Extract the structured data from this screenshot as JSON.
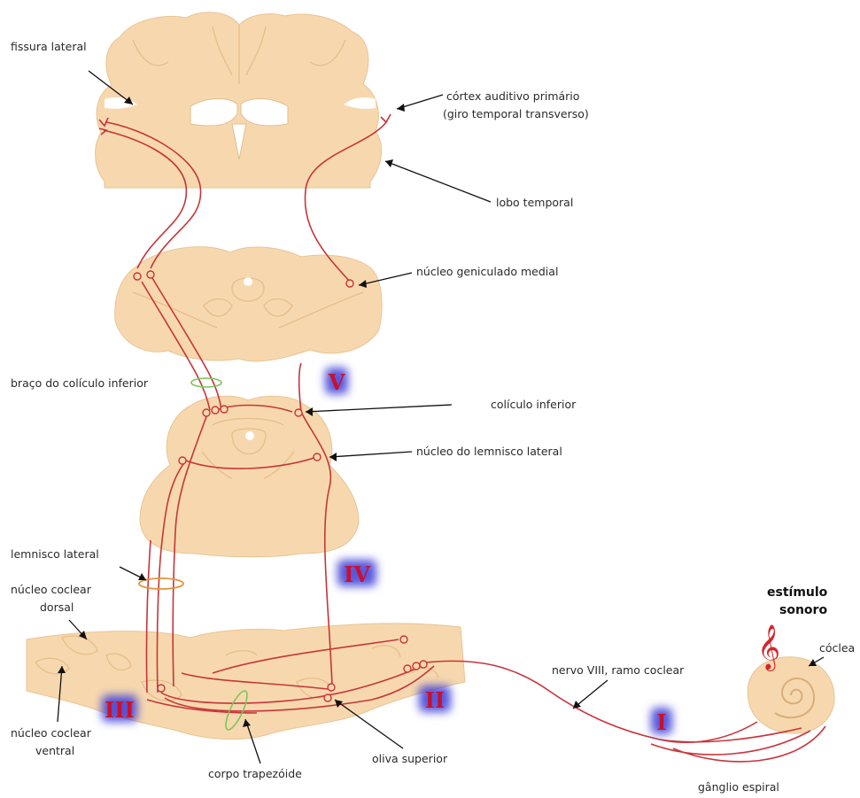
{
  "labels": {
    "fissura_lateral": "fissura lateral",
    "cortex_1": "córtex auditivo primário",
    "cortex_2": "(giro temporal transverso)",
    "lobo_temporal": "lobo temporal",
    "nucleo_geniculado": "núcleo geniculado medial",
    "braco_coliculo": "braço do colículo inferior",
    "coliculo_inferior": "colículo inferior",
    "nucleo_lemnisco": "núcleo do lemnisco lateral",
    "lemnisco_lateral": "lemnisco lateral",
    "coclear_dorsal_1": "núcleo coclear",
    "coclear_dorsal_2": "dorsal",
    "coclear_ventral_1": "núcleo coclear",
    "coclear_ventral_2": "ventral",
    "corpo_trapezoide": "corpo trapezóide",
    "oliva_superior": "oliva superior",
    "nervo_viii": "nervo VIII,  ramo coclear",
    "ganglio_espiral": "gânglio espiral",
    "coclea": "cóclea",
    "estimulo_1": "estímulo",
    "estimulo_2": "sonoro"
  },
  "roman": {
    "I": "I",
    "II": "II",
    "III": "III",
    "IV": "IV",
    "V": "V"
  },
  "colors": {
    "tissue": "#f7d8ae",
    "nerve": "#c8343a",
    "roman_text": "#c8102e",
    "roman_glow": "#3b3bd6",
    "fiber_bundle_green": "#7cc35a",
    "fiber_bundle_orange": "#e0953c"
  },
  "icons": {
    "music_note": "treble-clef-icon"
  }
}
